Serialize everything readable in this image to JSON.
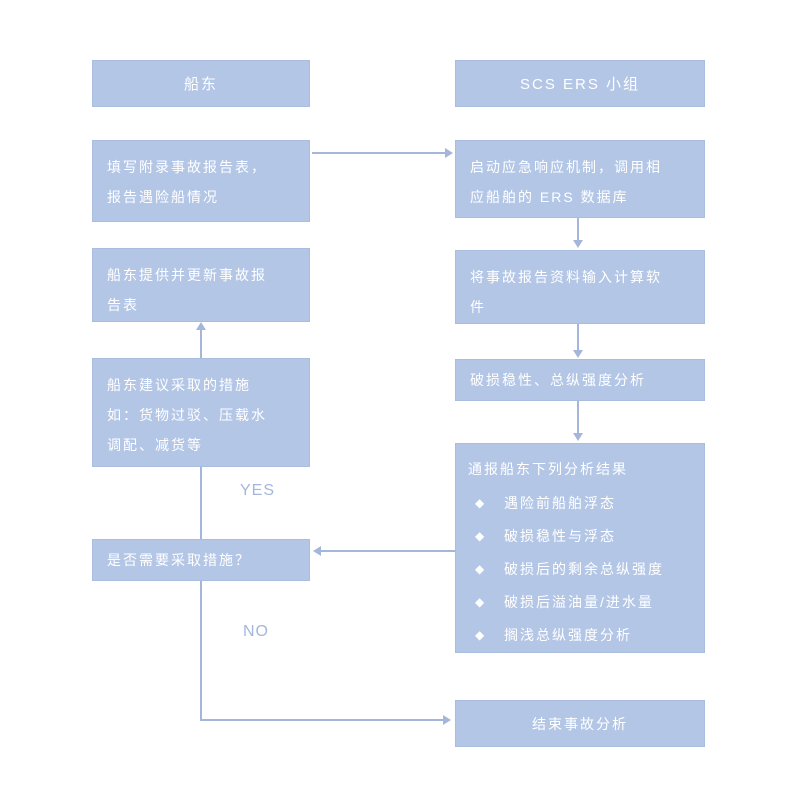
{
  "colors": {
    "box_fill": "#b3c6e6",
    "box_border": "#a9bedf",
    "box_text": "#ffffff",
    "connector": "#a4b7db",
    "branch_label_color": "#a4b7db",
    "background": "#ffffff"
  },
  "headers": {
    "left": "船东",
    "right": "SCS ERS 小组"
  },
  "nodes": {
    "fill_report": {
      "line1": "填写附录事故报告表，",
      "line2": "报告遇险船情况"
    },
    "update_report": {
      "line1": "船东提供并更新事故报",
      "line2": "告表"
    },
    "suggest_measures": {
      "line1": "船东建议采取的措施",
      "line2": "如：货物过驳、压载水",
      "line3": "调配、减货等"
    },
    "need_measures": {
      "text": "是否需要采取措施？"
    },
    "activate_ers": {
      "line1": "启动应急响应机制，调用相",
      "line2": "应船舶的 ERS 数据库"
    },
    "input_data": {
      "line1": "将事故报告资料输入计算软",
      "line2": "件"
    },
    "strength_analysis": {
      "text": "破损稳性、总纵强度分析"
    },
    "notify_results": {
      "title": "通报船东下列分析结果",
      "bullet_icon": "◆",
      "bullets": [
        "遇险前船舶浮态",
        "破损稳性与浮态",
        "破损后的剩余总纵强度",
        "破损后溢油量/进水量",
        "搁浅总纵强度分析"
      ]
    },
    "end_analysis": {
      "text": "结束事故分析"
    }
  },
  "branch_labels": {
    "yes": "YES",
    "no": "NO"
  }
}
